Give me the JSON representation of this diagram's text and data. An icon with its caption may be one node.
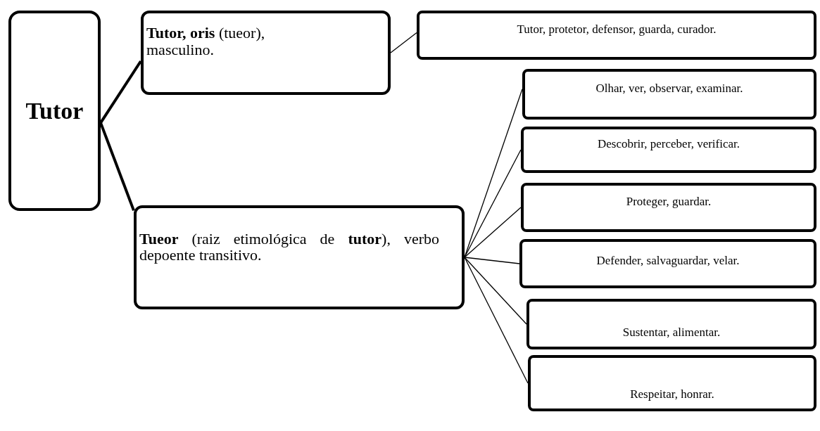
{
  "diagram": {
    "nodes": [
      {
        "text": [
          "Tutor"
        ]
      },
      {
        "text": [
          "**Tutor, oris** (tueor), masculino."
        ]
      },
      {
        "text": [
          "**Tueor** (raiz etimológica de **tutor**), verbo depoente transitivo."
        ]
      },
      {
        "text": [
          "Tutor, protetor, defensor, guarda, curador."
        ]
      },
      {
        "text": [
          "Olhar, ver, observar, examinar."
        ]
      },
      {
        "text": [
          "Descobrir, perceber, verificar."
        ]
      },
      {
        "text": [
          "Proteger, guardar."
        ]
      },
      {
        "text": [
          "Defender, salvaguardar, velar."
        ]
      },
      {
        "text": [
          "Sustentar, alimentar."
        ]
      },
      {
        "text": [
          "Respeitar, honrar."
        ]
      }
    ],
    "edges": [
      {
        "from": 0,
        "to": 1,
        "arrow": "none",
        "style": "thick"
      },
      {
        "from": 0,
        "to": 2,
        "arrow": "none",
        "style": "thick"
      },
      {
        "from": 1,
        "to": 3,
        "arrow": "none"
      },
      {
        "from": 2,
        "to": 4,
        "arrow": "none"
      },
      {
        "from": 2,
        "to": 5,
        "arrow": "none"
      },
      {
        "from": 2,
        "to": 6,
        "arrow": "none"
      },
      {
        "from": 2,
        "to": 7,
        "arrow": "none"
      },
      {
        "from": 2,
        "to": 8,
        "arrow": "none"
      },
      {
        "from": 2,
        "to": 9,
        "arrow": "none"
      }
    ]
  }
}
